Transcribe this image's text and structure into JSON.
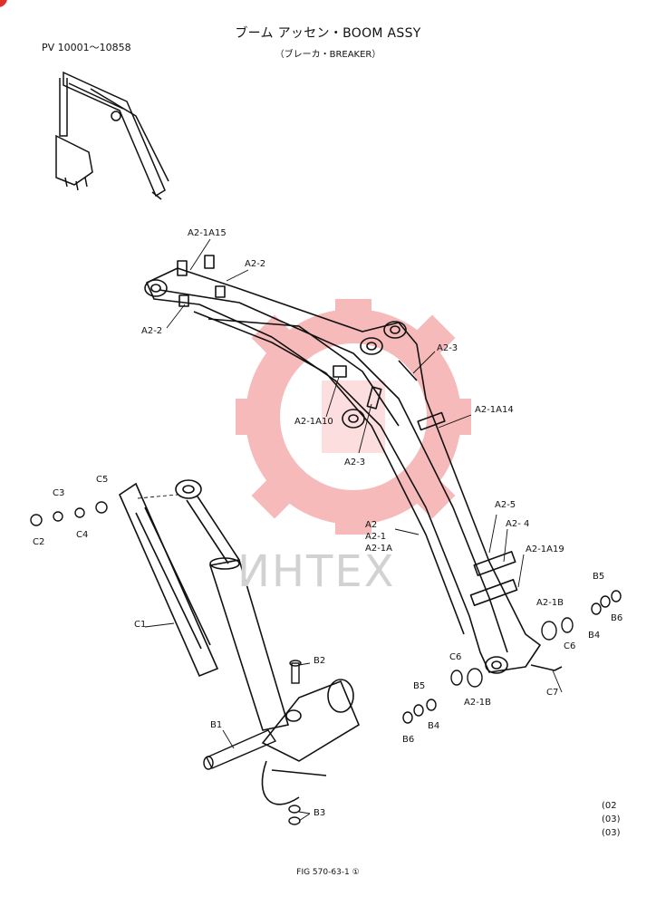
{
  "header": {
    "title": "ブーム アッセン・BOOM ASSY",
    "subtitle": "（ブレーカ・BREAKER）",
    "serial_range": "PV 10001〜10858"
  },
  "footer": {
    "figure_number": "FIG  570-63-1 ①",
    "revisions": [
      "(02",
      "(03)",
      "(03)"
    ]
  },
  "watermark": {
    "text": "ИНТЕХ",
    "color": "#f4a3a3"
  },
  "callouts": {
    "a2_1a15": "A2-1A15",
    "a2_2_top": "A2-2",
    "a2_2_left": "A2-2",
    "a2_3_upper": "A2-3",
    "a2_1a10": "A2-1A10",
    "a2_3_lower": "A2-3",
    "a2_1a14": "A2-1A14",
    "a2_5": "A2-5",
    "a2_4": "A2- 4",
    "a2_1a19": "A2-1A19",
    "a2": "A2",
    "a2_1": "A2-1",
    "a2_1a": "A2-1A",
    "c1": "C1",
    "c2": "C2",
    "c3": "C3",
    "c4": "C4",
    "c5": "C5",
    "b1": "B1",
    "b2": "B2",
    "b3": "B3",
    "b5_right": "B5",
    "b6_right": "B6",
    "b4_right": "B4",
    "a2_1b_right": "A2-1B",
    "c6_right": "C6",
    "c7": "C7",
    "c6_mid": "C6",
    "a2_1b_mid": "A2-1B",
    "b5_mid": "B5",
    "b4_mid": "B4",
    "b6_mid": "B6"
  }
}
